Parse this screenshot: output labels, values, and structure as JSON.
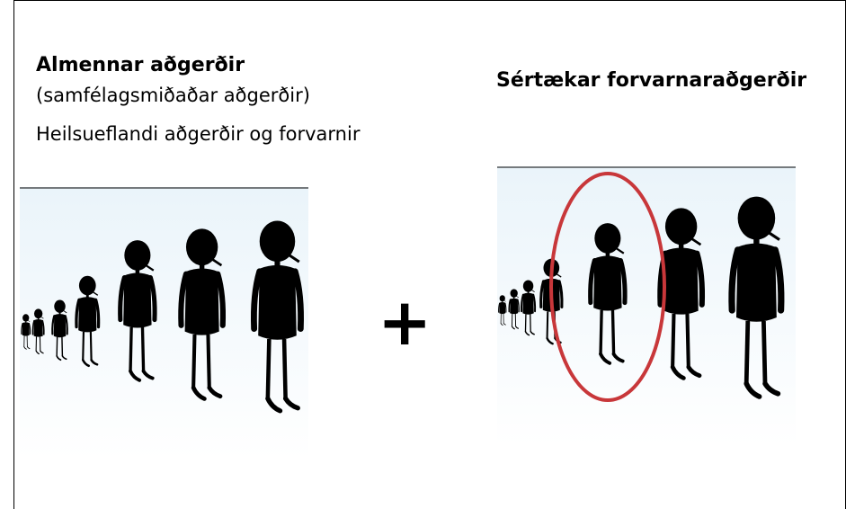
{
  "left": {
    "title": "Almennar aðgerðir",
    "subtitle_1": "(samfélagsmiðaðar aðgerðir)",
    "subtitle_2": "Heilsueflandi aðgerðir og forvarnir"
  },
  "operator": "+",
  "right": {
    "title": "Sértækar forvarnaraðgerðir"
  },
  "colors": {
    "highlight_ellipse": "#c8373a",
    "figures": "#000000",
    "panel_gradient_top": "#eef6fb",
    "panel_gradient_bottom": "#ffffff"
  }
}
